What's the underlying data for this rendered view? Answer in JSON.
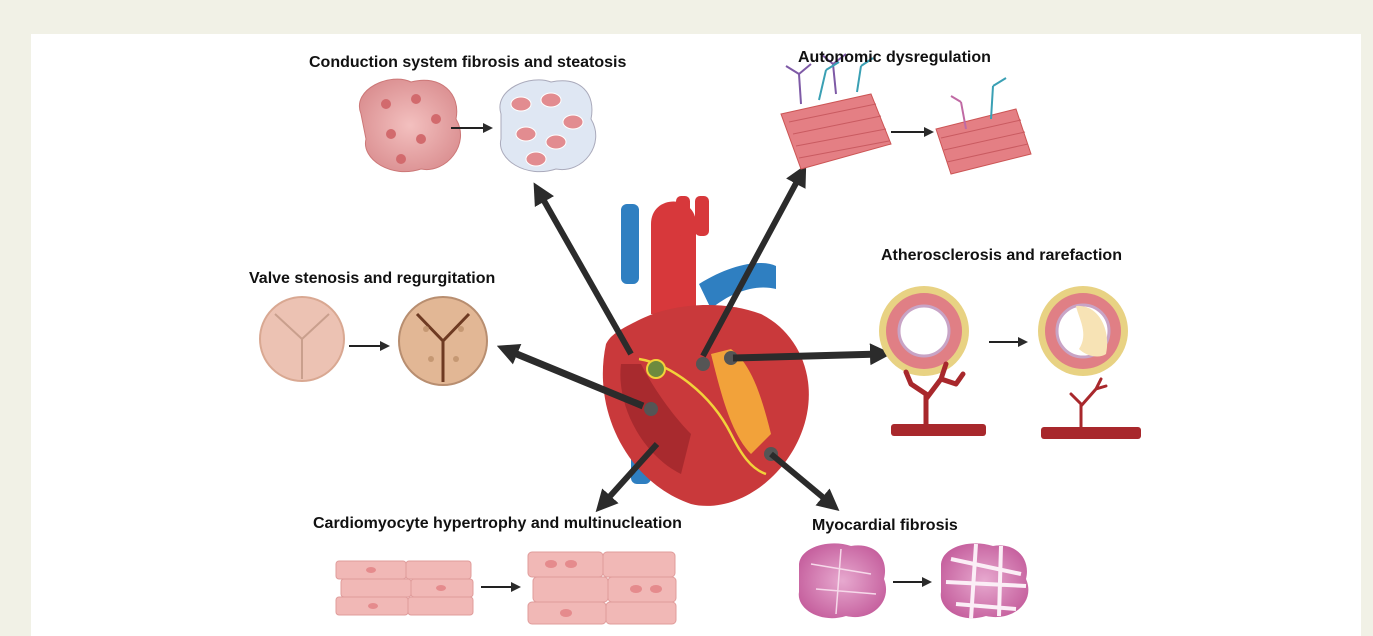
{
  "labels": {
    "conduction": "Conduction system fibrosis and steatosis",
    "autonomic": "Autonomic dysregulation",
    "valve": "Valve stenosis and regurgitation",
    "athero": "Atherosclerosis and rarefaction",
    "hypertrophy": "Cardiomyocyte hypertrophy and multinucleation",
    "fibrosis": "Myocardial fibrosis"
  },
  "colors": {
    "background": "#f1f1e6",
    "panel": "#ffffff",
    "arrow": "#2b2b2b",
    "heart_red": "#c9393b",
    "vessel_blue": "#2f7fc1",
    "tissue_pink": "#e9a3a8",
    "valve_beige": "#e8bfae",
    "fibrosis_purple": "#c35a9a"
  }
}
